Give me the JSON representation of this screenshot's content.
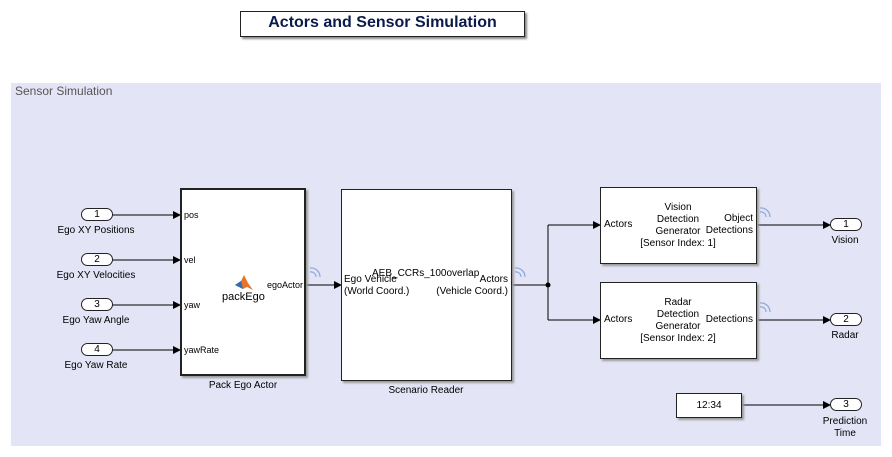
{
  "title": "Actors and Sensor Simulation",
  "area_label": "Sensor Simulation",
  "inports": [
    {
      "number": "1",
      "label": "Ego XY Positions"
    },
    {
      "number": "2",
      "label": "Ego XY Velocities"
    },
    {
      "number": "3",
      "label": "Ego Yaw Angle"
    },
    {
      "number": "4",
      "label": "Ego Yaw Rate"
    }
  ],
  "pack_ego": {
    "name": "Pack Ego Actor",
    "function": "packEgo",
    "inputs": [
      "pos",
      "vel",
      "yaw",
      "yawRate"
    ],
    "output": "egoActor"
  },
  "scenario_reader": {
    "name": "Scenario Reader",
    "scenario": "AEB_CCRs_100overlap",
    "input_line1": "Ego Vehicle",
    "input_line2": "(World Coord.)",
    "output_line1": "Actors",
    "output_line2": "(Vehicle Coord.)"
  },
  "vision": {
    "title_lines": [
      "Vision",
      "Detection",
      "Generator",
      "[Sensor Index: 1]"
    ],
    "input": "Actors",
    "output_line1": "Object",
    "output_line2": "Detections"
  },
  "radar": {
    "title_lines": [
      "Radar",
      "Detection",
      "Generator",
      "[Sensor Index: 2]"
    ],
    "input": "Actors",
    "output": "Detections"
  },
  "clock": {
    "value": "12:34"
  },
  "outports": [
    {
      "number": "1",
      "label": "Vision"
    },
    {
      "number": "2",
      "label": "Radar"
    },
    {
      "number": "3",
      "label_line1": "Prediction",
      "label_line2": "Time"
    }
  ],
  "colors": {
    "area": "#e3e5f6",
    "title_text": "#0a1a4a",
    "signal_icon": "#8fa8d8"
  }
}
